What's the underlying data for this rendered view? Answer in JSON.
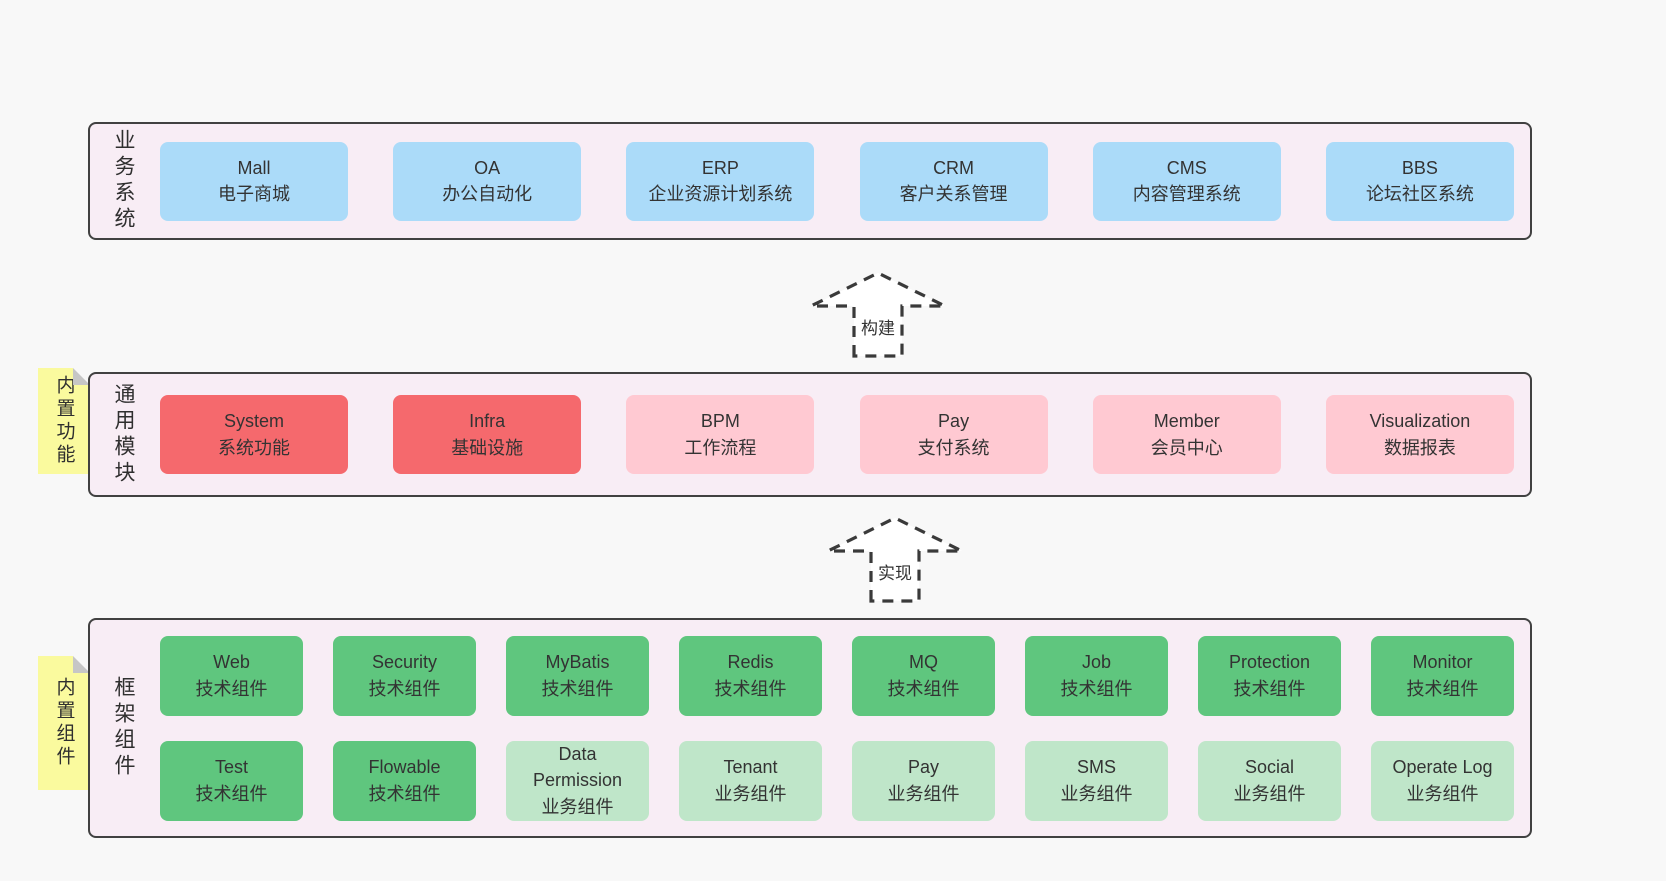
{
  "colors": {
    "blue": "#ABDBF9",
    "red": "#F5696D",
    "pink": "#FFC9D2",
    "green": "#5FC67E",
    "green_light": "#BFE6C9",
    "band_bg": "#F8EDF5",
    "sticky_yellow": "#FAFA9E",
    "border": "#414141"
  },
  "bands": [
    {
      "label": "业务系统",
      "boxes": [
        {
          "name": "Mall",
          "desc": "电子商城",
          "color": "blue"
        },
        {
          "name": "OA",
          "desc": "办公自动化",
          "color": "blue"
        },
        {
          "name": "ERP",
          "desc": "企业资源计划系统",
          "color": "blue"
        },
        {
          "name": "CRM",
          "desc": "客户关系管理",
          "color": "blue"
        },
        {
          "name": "CMS",
          "desc": "内容管理系统",
          "color": "blue"
        },
        {
          "name": "BBS",
          "desc": "论坛社区系统",
          "color": "blue"
        }
      ]
    },
    {
      "label": "通用模块",
      "sticky": "内置功能",
      "boxes": [
        {
          "name": "System",
          "desc": "系统功能",
          "color": "red"
        },
        {
          "name": "Infra",
          "desc": "基础设施",
          "color": "red"
        },
        {
          "name": "BPM",
          "desc": "工作流程",
          "color": "pink"
        },
        {
          "name": "Pay",
          "desc": "支付系统",
          "color": "pink"
        },
        {
          "name": "Member",
          "desc": "会员中心",
          "color": "pink"
        },
        {
          "name": "Visualization",
          "desc": "数据报表",
          "color": "pink"
        }
      ]
    },
    {
      "label": "框架组件",
      "sticky": "内置组件",
      "rows": [
        [
          {
            "name": "Web",
            "desc": "技术组件",
            "color": "green"
          },
          {
            "name": "Security",
            "desc": "技术组件",
            "color": "green"
          },
          {
            "name": "MyBatis",
            "desc": "技术组件",
            "color": "green"
          },
          {
            "name": "Redis",
            "desc": "技术组件",
            "color": "green"
          },
          {
            "name": "MQ",
            "desc": "技术组件",
            "color": "green"
          },
          {
            "name": "Job",
            "desc": "技术组件",
            "color": "green"
          },
          {
            "name": "Protection",
            "desc": "技术组件",
            "color": "green"
          },
          {
            "name": "Monitor",
            "desc": "技术组件",
            "color": "green"
          }
        ],
        [
          {
            "name": "Test",
            "desc": "技术组件",
            "color": "green"
          },
          {
            "name": "Flowable",
            "desc": "技术组件",
            "color": "green"
          },
          {
            "name": "Data Permission",
            "desc": "业务组件",
            "color": "green_light"
          },
          {
            "name": "Tenant",
            "desc": "业务组件",
            "color": "green_light"
          },
          {
            "name": "Pay",
            "desc": "业务组件",
            "color": "green_light"
          },
          {
            "name": "SMS",
            "desc": "业务组件",
            "color": "green_light"
          },
          {
            "name": "Social",
            "desc": "业务组件",
            "color": "green_light"
          },
          {
            "name": "Operate Log",
            "desc": "业务组件",
            "color": "green_light"
          }
        ]
      ]
    }
  ],
  "arrows": [
    {
      "label": "构建"
    },
    {
      "label": "实现"
    }
  ]
}
